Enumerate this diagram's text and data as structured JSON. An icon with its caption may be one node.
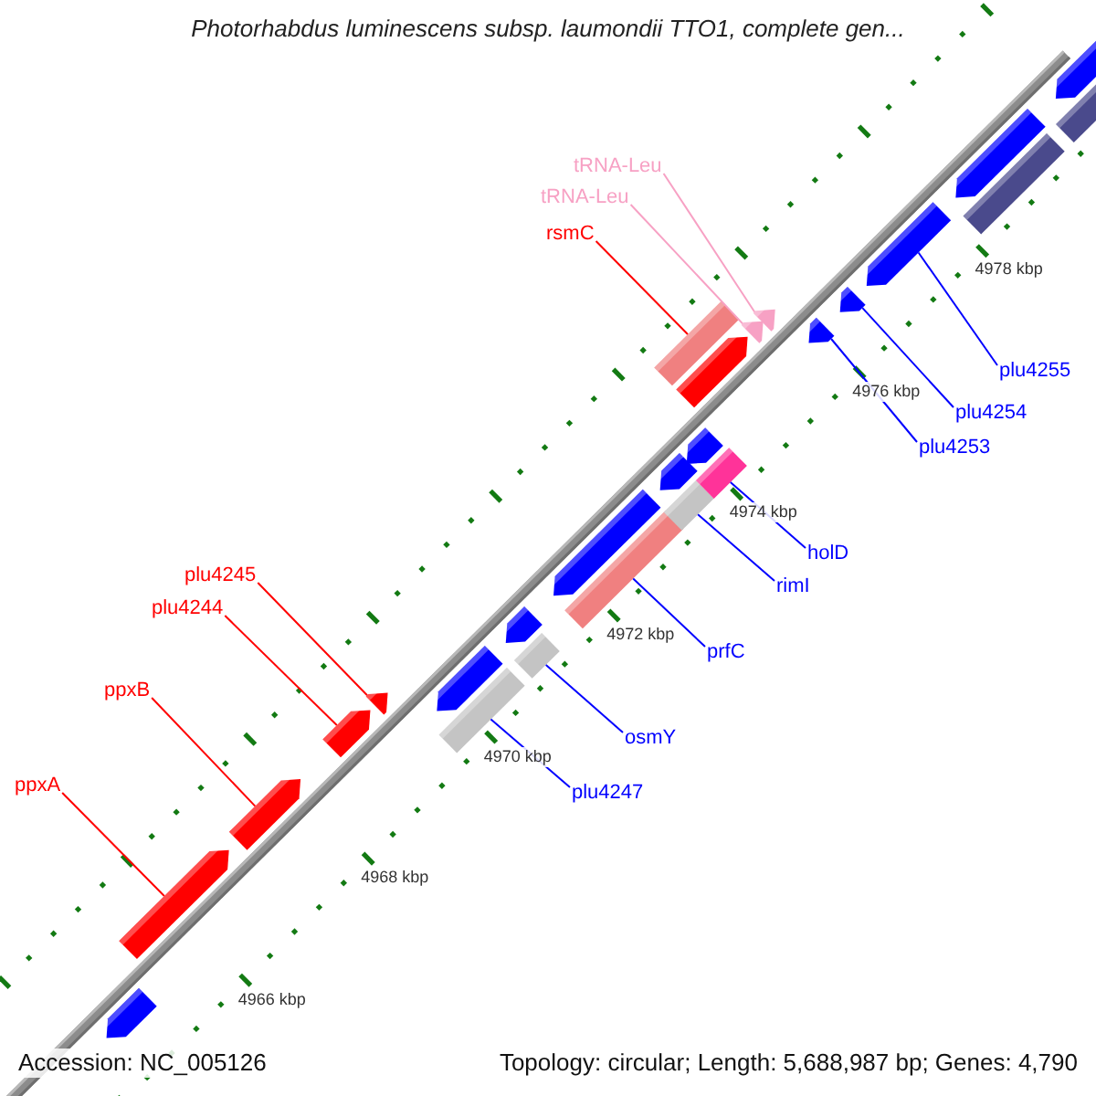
{
  "diagram": {
    "title": "Photorhabdus luminescens subsp. laumondii TTO1, complete gen...",
    "nodes": [
      {
        "text": [
          "tRNA-Leu"
        ]
      },
      {
        "text": [
          "tRNA-Leu"
        ]
      },
      {
        "text": [
          "rsmC"
        ]
      },
      {
        "text": [
          "plu4245"
        ]
      },
      {
        "text": [
          "plu4244"
        ]
      },
      {
        "text": [
          "ppxB"
        ]
      },
      {
        "text": [
          "ppxA"
        ]
      },
      {
        "text": [
          "plu4255"
        ]
      },
      {
        "text": [
          "plu4254"
        ]
      },
      {
        "text": [
          "plu4253"
        ]
      },
      {
        "text": [
          "holD"
        ]
      },
      {
        "text": [
          "rimI"
        ]
      },
      {
        "text": [
          "prfC"
        ]
      },
      {
        "text": [
          "osmY"
        ]
      },
      {
        "text": [
          "plu4247"
        ]
      },
      {
        "text": [],
        "shape": "bar"
      },
      {
        "text": [],
        "shape": "bar"
      },
      {
        "text": [],
        "shape": "bar"
      },
      {
        "text": [],
        "shape": "bar"
      },
      {
        "text": [],
        "shape": "bar"
      },
      {
        "text": [],
        "shape": "bar"
      },
      {
        "text": [],
        "shape": "bar"
      },
      {
        "text": [],
        "shape": "bar"
      },
      {
        "text": [],
        "shape": "bar"
      },
      {
        "text": [],
        "shape": "bar"
      },
      {
        "text": [],
        "shape": "bar"
      },
      {
        "text": [],
        "shape": "bar"
      },
      {
        "text": [],
        "shape": "bar"
      },
      {
        "text": [],
        "shape": "bar"
      },
      {
        "text": [],
        "shape": "bar"
      },
      {
        "text": [],
        "shape": "bar"
      },
      {
        "text": [],
        "shape": "bar"
      },
      {
        "text": [],
        "shape": "bar"
      },
      {
        "text": [],
        "shape": "bar"
      },
      {
        "text": [],
        "shape": "bar"
      },
      {
        "text": [],
        "shape": "bar"
      },
      {
        "text": [],
        "shape": "bar"
      },
      {
        "text": [],
        "shape": "bar"
      },
      {
        "text": [],
        "shape": "bar"
      },
      {
        "text": [],
        "shape": "bar"
      },
      {
        "text": [],
        "shape": "bar"
      }
    ],
    "edges": [
      {
        "from": 0,
        "to": 22,
        "arrow": "none",
        "color": "#f7a1c4"
      },
      {
        "from": 1,
        "to": 21,
        "arrow": "none",
        "color": "#f7a1c4"
      },
      {
        "from": 2,
        "to": 20,
        "arrow": "none",
        "color": "#ff0000"
      },
      {
        "from": 3,
        "to": 18,
        "arrow": "none",
        "color": "#ff0000"
      },
      {
        "from": 4,
        "to": 17,
        "arrow": "none",
        "color": "#ff0000"
      },
      {
        "from": 5,
        "to": 16,
        "arrow": "none",
        "color": "#ff0000"
      },
      {
        "from": 6,
        "to": 15,
        "arrow": "none",
        "color": "#ff0000"
      },
      {
        "from": 7,
        "to": 31,
        "arrow": "none"
      },
      {
        "from": 8,
        "to": 30,
        "arrow": "none"
      },
      {
        "from": 9,
        "to": 29,
        "arrow": "none"
      },
      {
        "from": 10,
        "to": 38,
        "arrow": "none"
      },
      {
        "from": 11,
        "to": 37,
        "arrow": "none"
      },
      {
        "from": 12,
        "to": 36,
        "arrow": "none"
      },
      {
        "from": 13,
        "to": 35,
        "arrow": "none"
      },
      {
        "from": 14,
        "to": 34,
        "arrow": "none"
      }
    ],
    "labels": [
      "4978 kbp",
      "4976 kbp",
      "4974 kbp",
      "4972 kbp",
      "4970 kbp",
      "4968 kbp",
      "4966 kbp",
      "Accession: NC_005126",
      "Topology: circular; Length: 5,688,987 bp; Genes: 4,790"
    ]
  }
}
